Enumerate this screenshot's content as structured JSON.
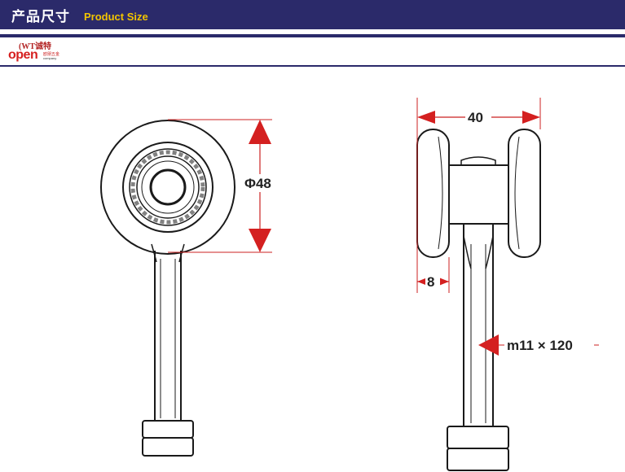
{
  "header": {
    "title_cn": "产品尺寸",
    "title_en": "Product Size"
  },
  "logo": {
    "top_text": "(WT诚特",
    "brand": "open",
    "subtitle_cn": "欧朋五金",
    "subtitle_en": "company"
  },
  "dimensions": {
    "wheel_diameter": "Φ48",
    "overall_width": "40",
    "wheel_thickness": "8",
    "bolt_size": "m11 × 120"
  },
  "colors": {
    "banner": "#2b2a6a",
    "title_en": "#f2c400",
    "arrow_red": "#d42020",
    "dim_line": "#cc2222",
    "outline": "#1a1a1a"
  }
}
